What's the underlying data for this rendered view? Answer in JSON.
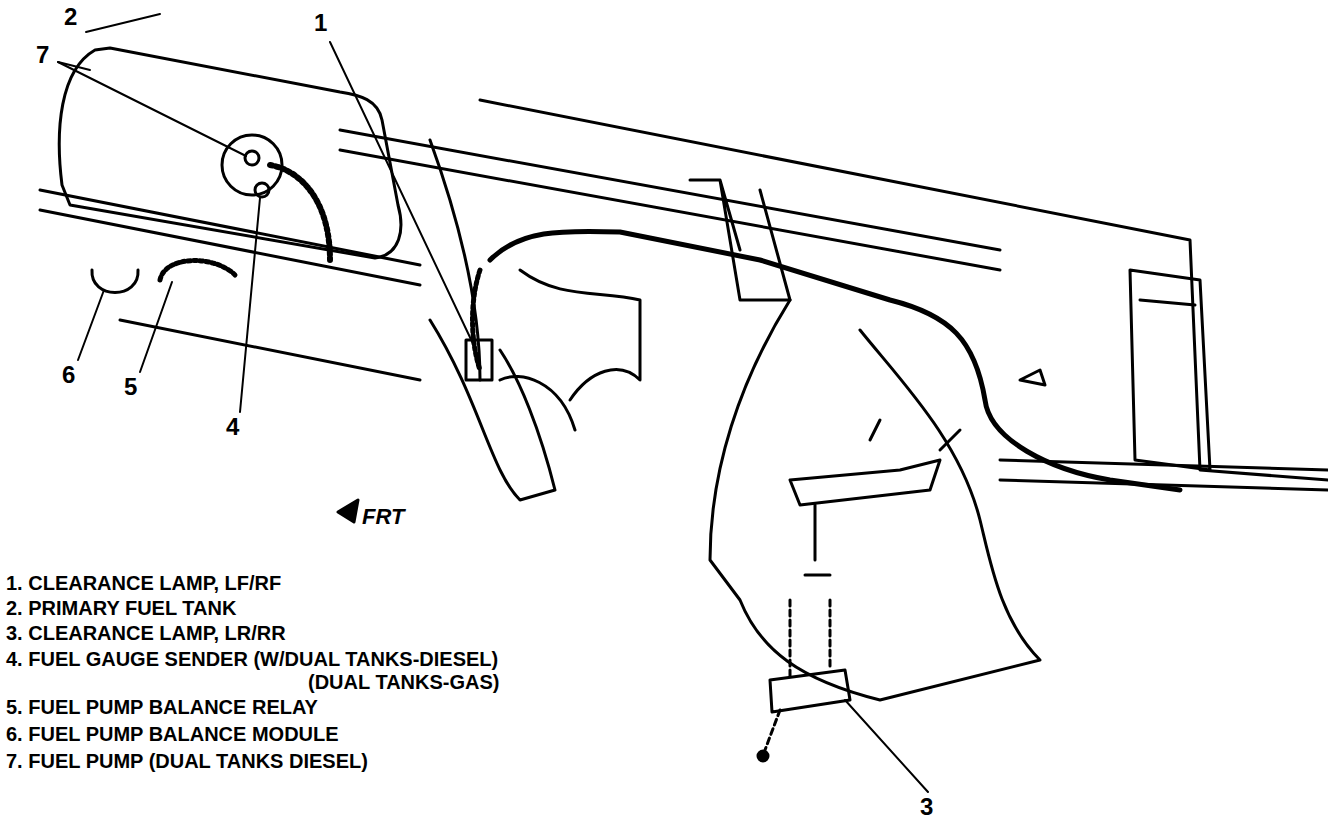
{
  "diagram": {
    "labels": [
      "2",
      "7",
      "1",
      "6",
      "5",
      "4",
      "3",
      "FRT",
      "1. CLEARANCE LAMP, LF/RF",
      "2. PRIMARY FUEL TANK",
      "3. CLEARANCE LAMP, LR/RR",
      "4. FUEL GAUGE SENDER (W/DUAL TANKS-DIESEL)",
      "(DUAL TANKS-GAS)",
      "5. FUEL PUMP BALANCE RELAY",
      "6. FUEL PUMP BALANCE MODULE",
      "7. FUEL PUMP (DUAL TANKS DIESEL)"
    ]
  }
}
